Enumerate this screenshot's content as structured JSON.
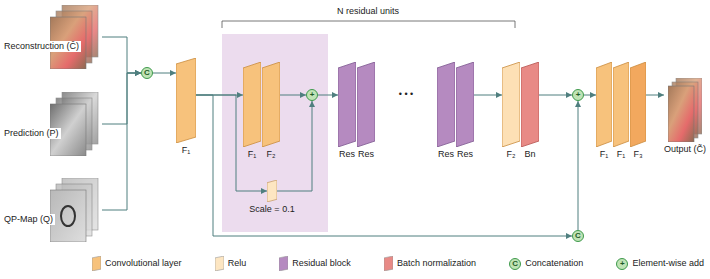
{
  "diagram": {
    "nodes": [
      {
        "text": [
          "Reconstruction (Ĉ)"
        ]
      },
      {
        "text": [
          "Prediction (P)"
        ]
      },
      {
        "text": [
          "QP-Map (Q)"
        ]
      },
      {
        "text": [
          "C"
        ]
      },
      {
        "text": [
          "F₁"
        ]
      },
      {
        "text": [
          "F₁"
        ]
      },
      {
        "text": [
          "F₂"
        ]
      },
      {
        "text": [
          "Scale = 0.1"
        ]
      },
      {
        "text": [
          "+"
        ]
      },
      {
        "text": [
          "Res"
        ]
      },
      {
        "text": [
          "Res"
        ]
      },
      {
        "text": [
          "Res"
        ]
      },
      {
        "text": [
          "Res"
        ]
      },
      {
        "text": [
          "F₂"
        ]
      },
      {
        "text": [
          "Bn"
        ]
      },
      {
        "text": [
          "+"
        ]
      },
      {
        "text": [
          "C"
        ]
      },
      {
        "text": [
          "F₁"
        ]
      },
      {
        "text": [
          "F₁"
        ]
      },
      {
        "text": [
          "F₃"
        ]
      },
      {
        "text": [
          "Output (C̃)"
        ]
      }
    ],
    "edges": [
      {
        "from": 0,
        "to": 3,
        "arrow": "to"
      },
      {
        "from": 1,
        "to": 3,
        "arrow": "to"
      },
      {
        "from": 2,
        "to": 3,
        "arrow": "to"
      },
      {
        "from": 3,
        "to": 4,
        "arrow": "to"
      },
      {
        "from": 4,
        "to": 5,
        "arrow": "to"
      },
      {
        "from": 4,
        "to": 7,
        "arrow": "to"
      },
      {
        "from": 7,
        "to": 8,
        "arrow": "to"
      },
      {
        "from": 6,
        "to": 8,
        "arrow": "to"
      },
      {
        "from": 8,
        "to": 9,
        "arrow": "to"
      },
      {
        "from": 12,
        "to": 13,
        "arrow": "to"
      },
      {
        "from": 14,
        "to": 15,
        "arrow": "to"
      },
      {
        "from": 4,
        "to": 16,
        "arrow": "to"
      },
      {
        "from": 16,
        "to": 15,
        "arrow": "to"
      },
      {
        "from": 15,
        "to": 17,
        "arrow": "to"
      },
      {
        "from": 19,
        "to": 20,
        "arrow": "to"
      }
    ],
    "labels": [
      "N residual units",
      "• • •",
      "C",
      "+"
    ],
    "legend": [
      {
        "text": "Convolutional layer",
        "color": "#f7c27c"
      },
      {
        "text": "Relu",
        "color": "#fde6c2"
      },
      {
        "text": "Residual block",
        "color": "#b58ac0"
      },
      {
        "text": "Batch normalization",
        "color": "#e88a86"
      },
      {
        "text": "Concatenation"
      },
      {
        "text": "Element-wise add"
      }
    ]
  }
}
